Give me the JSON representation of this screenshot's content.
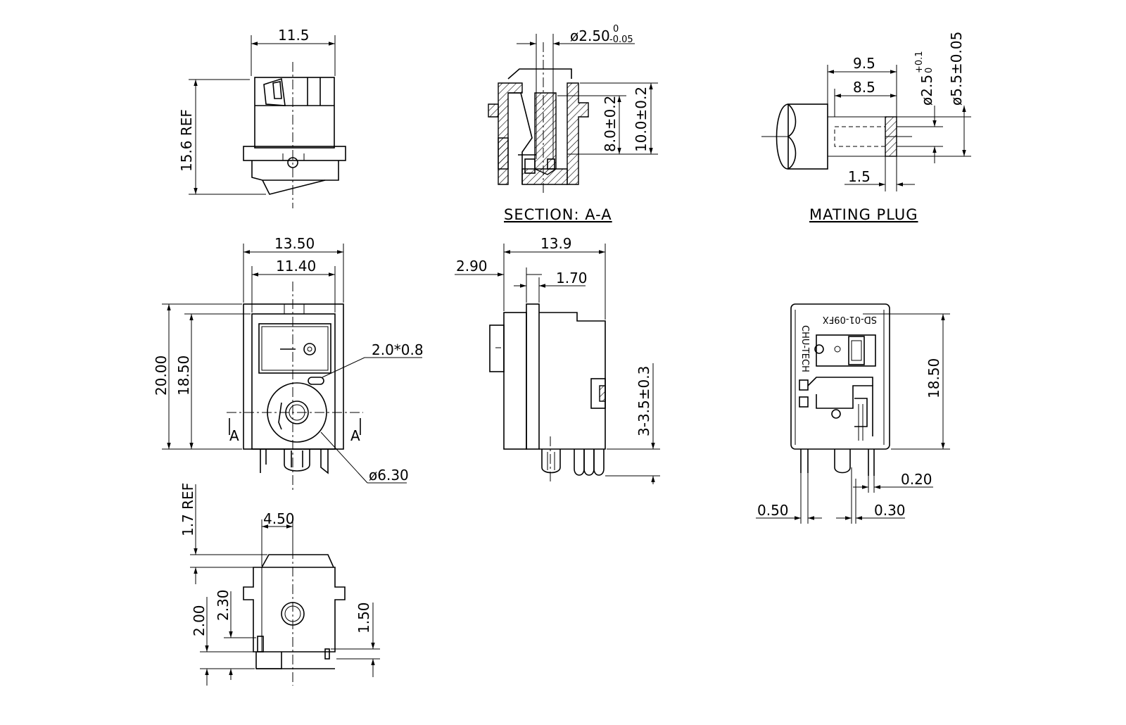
{
  "dimensions": {
    "top_width": "11.5",
    "top_height": "15.6 REF",
    "section_hole_dia": "ø2.50",
    "section_hole_tol_upper": "0",
    "section_hole_tol_lower": "-0.05",
    "section_depth_1": "8.0±0.2",
    "section_depth_2": "10.0±0.2",
    "plug_len_1": "9.5",
    "plug_len_2": "8.5",
    "plug_pin": "ø2.5",
    "plug_pin_tol_upper": "+0.1",
    "plug_pin_tol_lower": "0",
    "plug_outer": "ø5.5±0.05",
    "plug_tip": "1.5",
    "front_width_outer": "13.50",
    "front_width_inner": "11.40",
    "front_height_outer": "20.00",
    "front_height_inner": "18.50",
    "front_slot": "2.0*0.8",
    "front_jack_dia": "ø6.30",
    "section_mark_left": "A",
    "section_mark_right": "A",
    "side_width": "13.9",
    "side_flange": "2.90",
    "side_step": "1.70",
    "side_pins": "3-3.5±0.3",
    "rear_height": "18.50",
    "rear_pin_0_20": "0.20",
    "rear_pin_0_50": "0.50",
    "rear_pin_0_30": "0.30",
    "rear_label_line1": "SD-01-09FX",
    "rear_label_line2": "CHU-TECH",
    "bottom_ref": "1.7 REF",
    "bottom_width": "4.50",
    "bottom_h_2_30": "2.30",
    "bottom_h_2_00": "2.00",
    "bottom_h_1_50": "1.50"
  },
  "titles": {
    "section": "SECTION: A-A",
    "mating": "MATING PLUG"
  }
}
